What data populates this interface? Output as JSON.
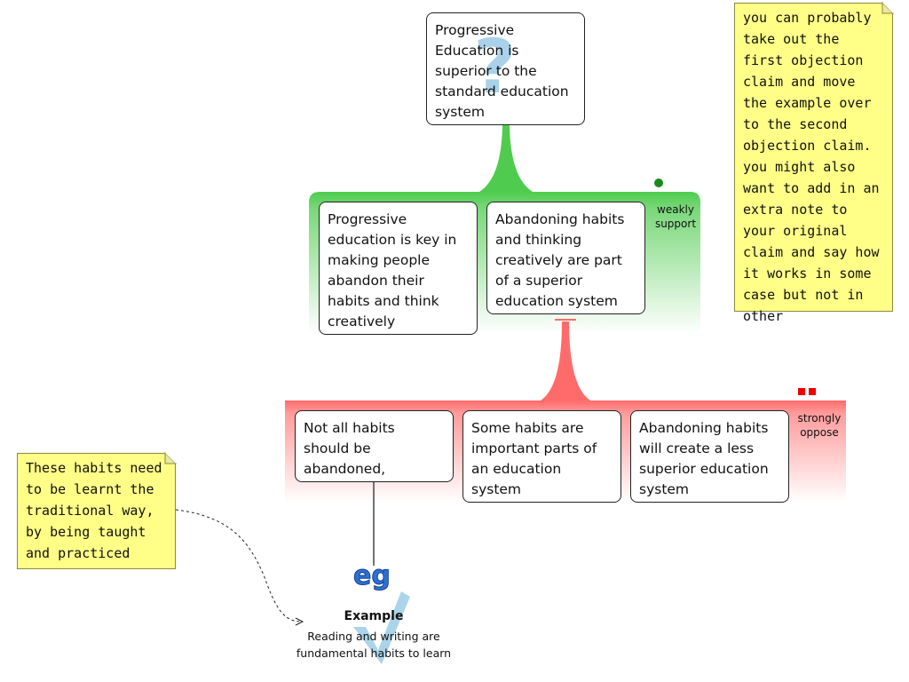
{
  "claim": {
    "text": "Progressive Education is superior to the standard education system",
    "icon": "question-mark-icon",
    "icon_glyph": "?"
  },
  "support_group": {
    "label": "weakly support",
    "color": "#55cc55",
    "indicator": "green-dot",
    "reasons": [
      {
        "text": "Progressive education is key in making people abandon their habits and think creatively"
      },
      {
        "text": "Abandoning habits and thinking creatively are part of a superior education system"
      }
    ]
  },
  "oppose_group": {
    "label": "strongly oppose",
    "color": "#ff6a6a",
    "indicator": "red-squares",
    "objections": [
      {
        "text": "Not all habits should be abandoned,"
      },
      {
        "text": "Some habits are important parts of an education system"
      },
      {
        "text": "Abandoning habits will create a less superior education system"
      }
    ]
  },
  "example": {
    "icon": "eg-icon",
    "icon_text": "eg",
    "title": "Example",
    "text": "Reading and writing are fundamental habits to learn"
  },
  "notes": {
    "top_right": "you can probably take out the first objection claim and move the example over to the second objection claim. you might also want to add in an extra note to your original claim and say how it works in some case but not in other",
    "left": "These habits need to be learnt the traditional way, by being taught and practiced"
  }
}
